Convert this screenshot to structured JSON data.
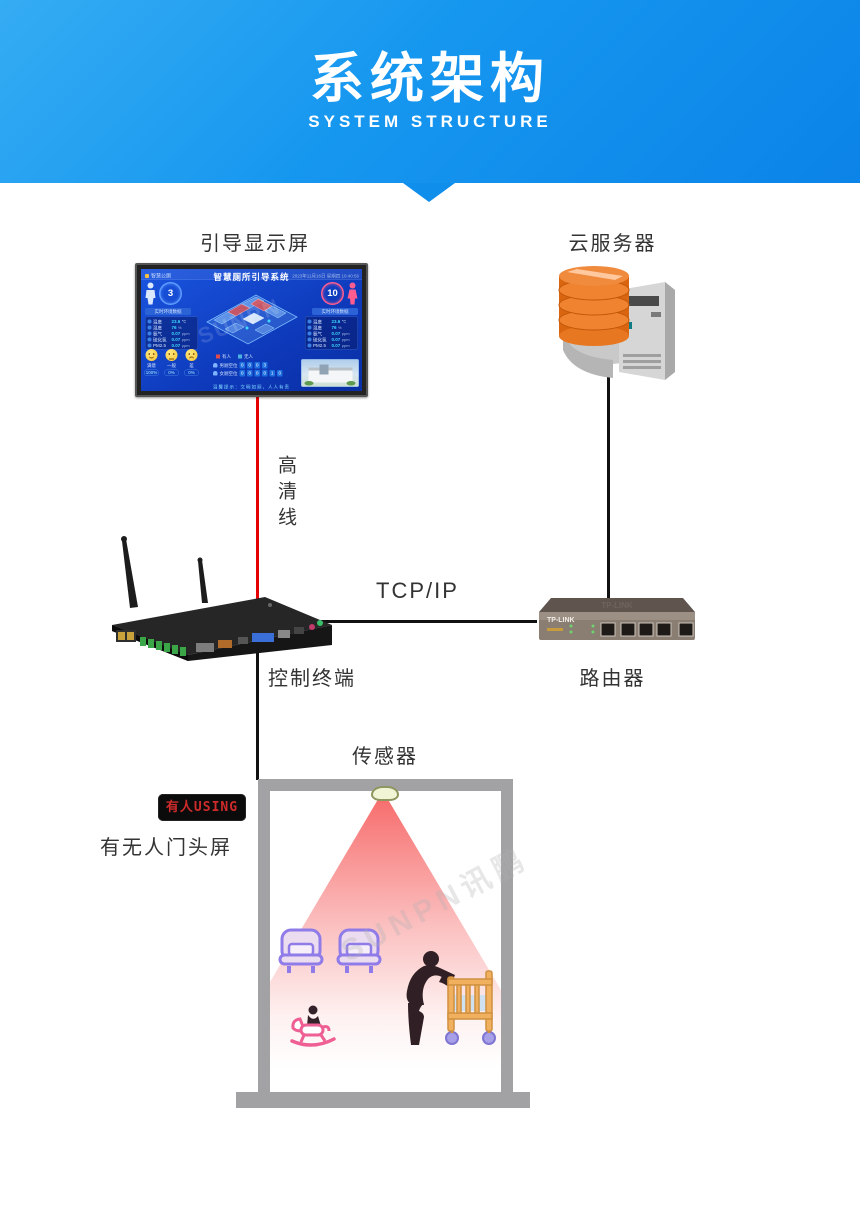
{
  "header": {
    "title": "系统架构",
    "subtitle": "SYSTEM STRUCTURE"
  },
  "labels": {
    "display_screen": "引导显示屏",
    "cloud_server": "云服务器",
    "hd_cable": "高清线",
    "tcp_ip": "TCP/IP",
    "control_terminal": "控制终端",
    "router": "路由器",
    "sensor": "传感器",
    "led_text": "有人USING",
    "door_screen": "有无人门头屏"
  },
  "devices": {
    "router_brand": "TP-LINK"
  },
  "dashboard": {
    "brand": "智慧公厕",
    "title": "智慧厕所引导系统",
    "datetime": "2023年11月16日 星期四 10:40:56",
    "male": {
      "count": "3"
    },
    "female": {
      "count": "10"
    },
    "left_tag": "实时环境数据",
    "right_tag": "实时环境数据",
    "env_rows": [
      {
        "label": "温度",
        "value": "23.6",
        "unit": "℃"
      },
      {
        "label": "湿度",
        "value": "76",
        "unit": "%"
      },
      {
        "label": "氨气",
        "value": "0.07",
        "unit": "ppm"
      },
      {
        "label": "硫化氢",
        "value": "0.07",
        "unit": "ppm"
      },
      {
        "label": "PM2.5",
        "value": "0.07",
        "unit": "ppm"
      }
    ],
    "legend": [
      {
        "label": "有人",
        "color": "#e04b4b"
      },
      {
        "label": "无人",
        "color": "#4bb3e0"
      }
    ],
    "satisfaction": [
      {
        "face": "happy",
        "label": "满意",
        "percent": "100%"
      },
      {
        "face": "neutral",
        "label": "一般",
        "percent": "0%"
      },
      {
        "face": "cry",
        "label": "差",
        "percent": "0%"
      }
    ],
    "vacancy_rows": [
      {
        "label": "男厕空位",
        "digits": [
          "0",
          "0",
          "0",
          "3"
        ]
      },
      {
        "label": "女厕空位",
        "digits": [
          "0",
          "0",
          "0",
          "0",
          "1",
          "0"
        ]
      }
    ],
    "slogan": "温馨提示：文明如厕，人人有责",
    "watermark": "SUNPN"
  },
  "room": {
    "watermark": "SUNPN讯鹏"
  }
}
